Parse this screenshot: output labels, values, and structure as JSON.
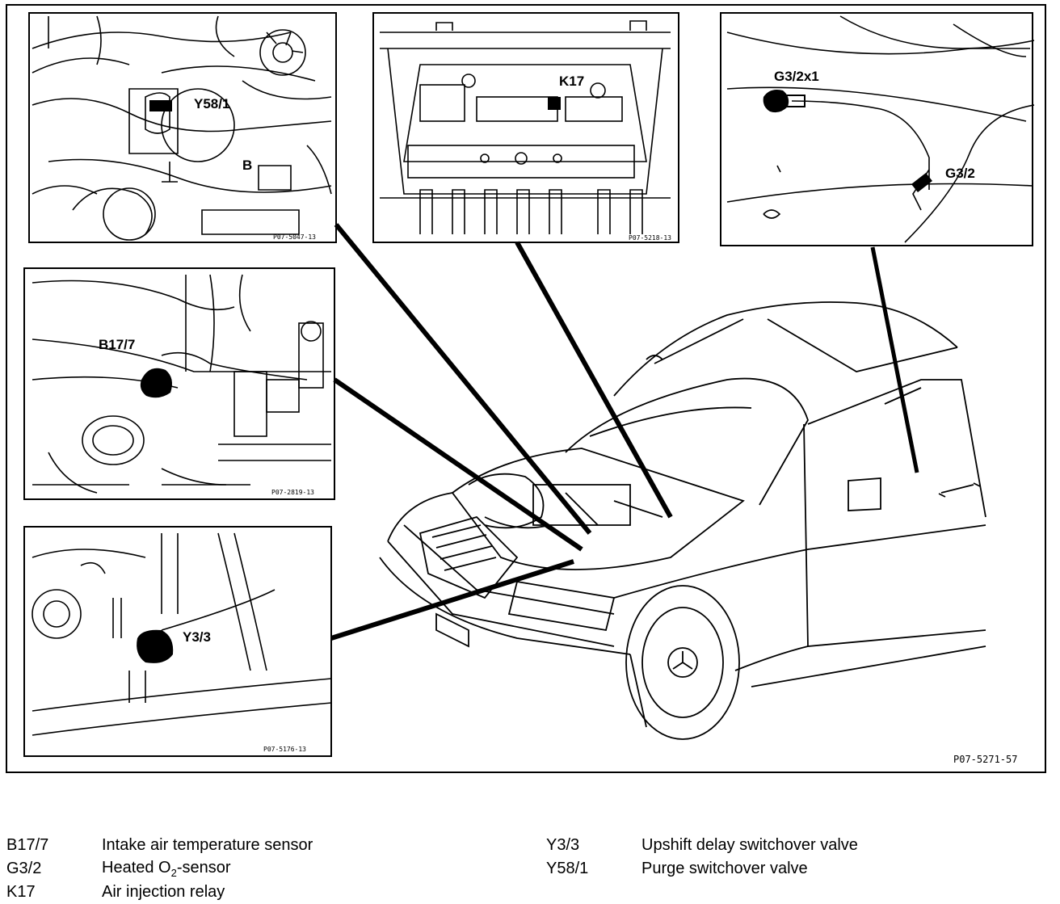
{
  "figure_code": "P07-5271-57",
  "insets": [
    {
      "id": "y58",
      "code": "P07-5047-13",
      "labels": [
        "Y58/1",
        "B"
      ]
    },
    {
      "id": "k17",
      "code": "P07-5218-13",
      "labels": [
        "K17"
      ]
    },
    {
      "id": "g32",
      "code": "",
      "labels": [
        "G3/2x1",
        "G3/2"
      ]
    },
    {
      "id": "b177",
      "code": "P07-2819-13",
      "labels": [
        "B17/7"
      ]
    },
    {
      "id": "y33",
      "code": "P07-5176-13",
      "labels": [
        "Y3/3"
      ]
    }
  ],
  "legend": {
    "left": [
      {
        "code": "B17/7",
        "desc": "Intake air temperature sensor"
      },
      {
        "code": "G3/2",
        "desc_pre": "Heated O",
        "desc_sub": "2",
        "desc_post": "-sensor"
      },
      {
        "code": "K17",
        "desc": "Air injection relay"
      }
    ],
    "right": [
      {
        "code": "Y3/3",
        "desc": "Upshift delay switchover valve"
      },
      {
        "code": "Y58/1",
        "desc": "Purge switchover valve"
      }
    ]
  }
}
